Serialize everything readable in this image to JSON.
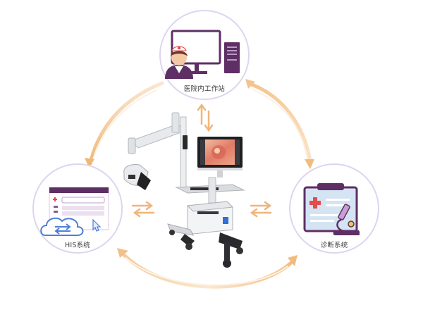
{
  "nodes": {
    "workstation": {
      "label": "医院内工作站",
      "icon": "nurse-workstation-icon"
    },
    "his": {
      "label": "HIS系统",
      "icon": "cloud-sync-window-icon"
    },
    "diagnosis": {
      "label": "诊断系统",
      "icon": "clipboard-microscope-icon"
    }
  },
  "center": {
    "icon": "colposcope-cart-icon"
  },
  "colors": {
    "circle_border": "#dcd4ef",
    "arc": "#f3c48f",
    "arc_light": "#fae3c8",
    "purple": "#5d2f64",
    "accent_blue": "#4f7fd8",
    "accent_red": "#e24c4c"
  }
}
